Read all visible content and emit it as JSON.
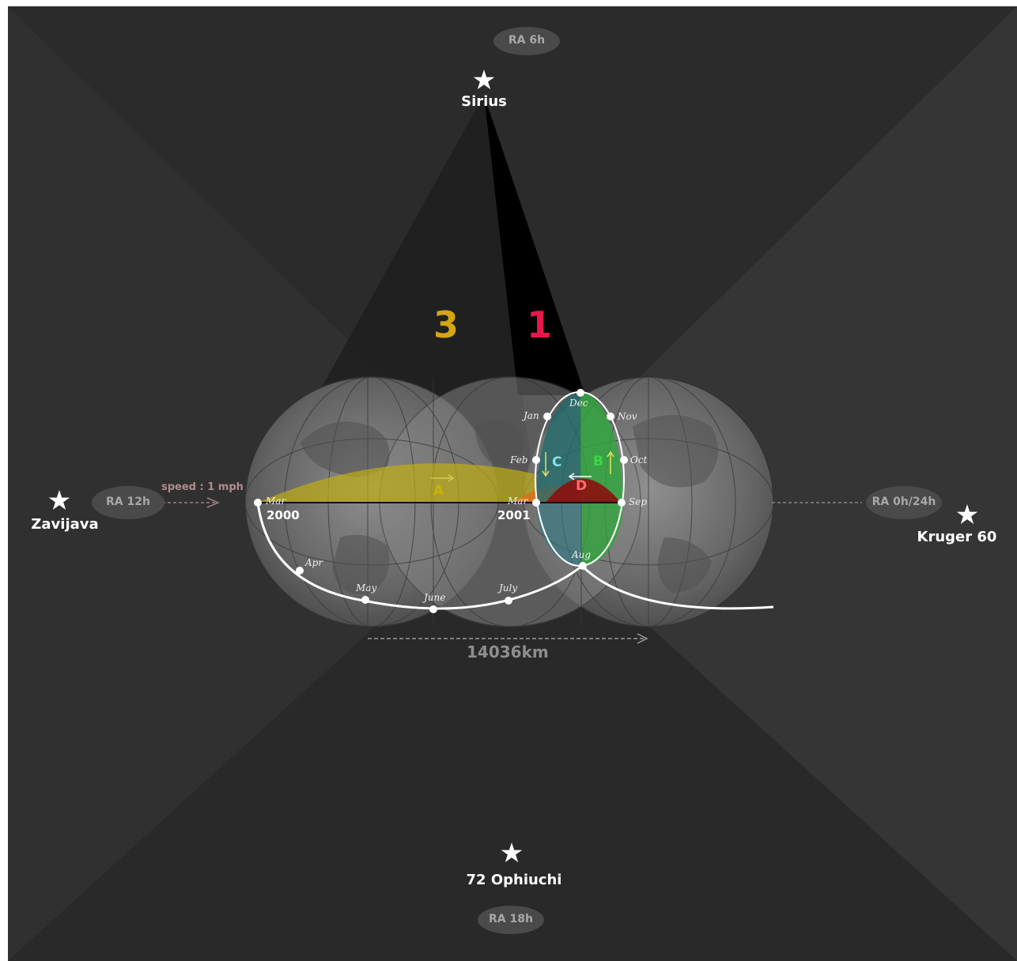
{
  "stars": {
    "sirius": "Sirius",
    "zavijava": "Zavijava",
    "kruger": "Kruger 60",
    "ophiuchi": "72 Ophiuchi"
  },
  "ra": {
    "top": "RA 6h",
    "left": "RA 12h",
    "right": "RA 0h/24h",
    "bottom": "RA 18h"
  },
  "speed": "speed : 1 mph",
  "years": {
    "start": "2000",
    "next": "2001"
  },
  "months": {
    "mar1": "Mar",
    "apr": "Apr",
    "may": "May",
    "june": "June",
    "july": "July",
    "aug": "Aug",
    "sep": "Sep",
    "oct": "Oct",
    "nov": "Nov",
    "dec": "Dec",
    "jan": "Jan",
    "feb": "Feb",
    "mar2": "Mar"
  },
  "cones": {
    "three": "3",
    "one": "1"
  },
  "regions": {
    "a": "A",
    "b": "B",
    "c": "C",
    "d": "D"
  },
  "distance": "14036km",
  "colors": {
    "background": "#2f2f2f",
    "cone_three": "#d4a514",
    "cone_one": "#e8174a",
    "region_a": "#c8b400",
    "region_b": "#3fd64a",
    "region_c": "#7fe6e6",
    "region_d": "#ff6b6b"
  }
}
